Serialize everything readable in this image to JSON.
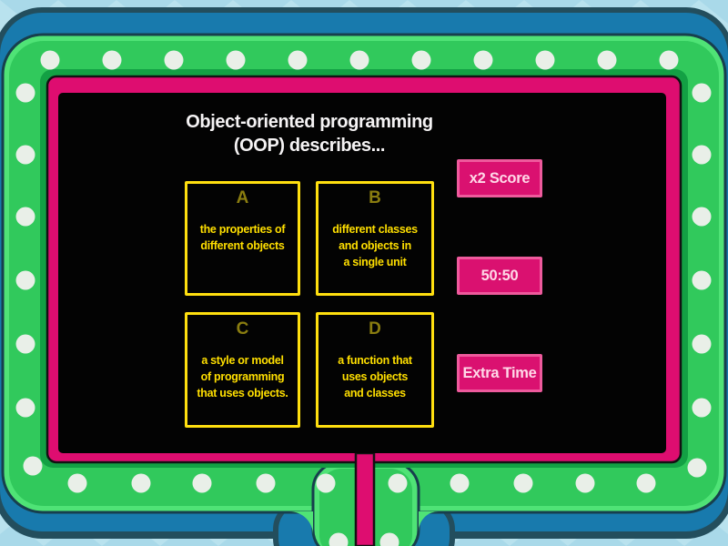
{
  "question": {
    "text": "Object-oriented programming\n(OOP) describes..."
  },
  "answers": [
    {
      "letter": "A",
      "text": "the properties of\ndifferent objects"
    },
    {
      "letter": "B",
      "text": "different classes\nand objects in\na single unit"
    },
    {
      "letter": "C",
      "text": "a style or model\nof programming\nthat uses objects."
    },
    {
      "letter": "D",
      "text": "a function that\nuses objects\nand classes"
    }
  ],
  "powerups": [
    {
      "label": "x2 Score"
    },
    {
      "label": "50:50"
    },
    {
      "label": "Extra Time"
    }
  ],
  "colors": {
    "bg_sky": "#b9e2ee",
    "bg_sky_tri": "#a9d9e9",
    "frame_navy": "#234e5d",
    "frame_blue": "#187aad",
    "green_light": "#4fe376",
    "green_mid": "#31c95c",
    "green_dark": "#13a044",
    "frame_pink": "#de0d70",
    "dot_white": "#e9efe8",
    "screen_black": "#030303",
    "yellow_border": "#ffdf0f",
    "yellow_text": "#ffdf00",
    "letter_olive": "#8a7d10",
    "title_white": "#f5f3f4",
    "button_bg": "#da1170",
    "button_border": "#ee5a9c",
    "button_text": "#ffd9e8"
  }
}
